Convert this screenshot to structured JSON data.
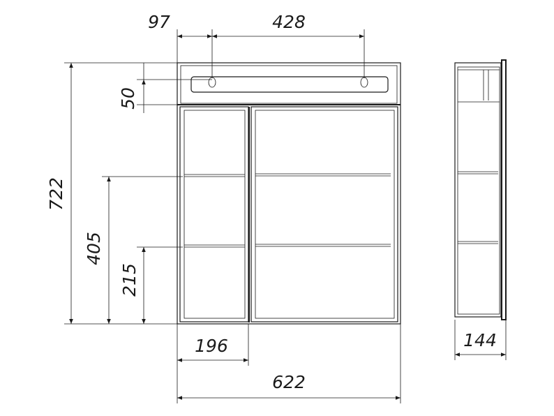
{
  "dimensions": {
    "handle_offset": "97",
    "handle_span": "428",
    "top_panel_height": "50",
    "total_height": "722",
    "upper_shelf_height": "405",
    "lower_shelf_height": "215",
    "left_door_width": "196",
    "total_width": "622",
    "depth": "144"
  }
}
